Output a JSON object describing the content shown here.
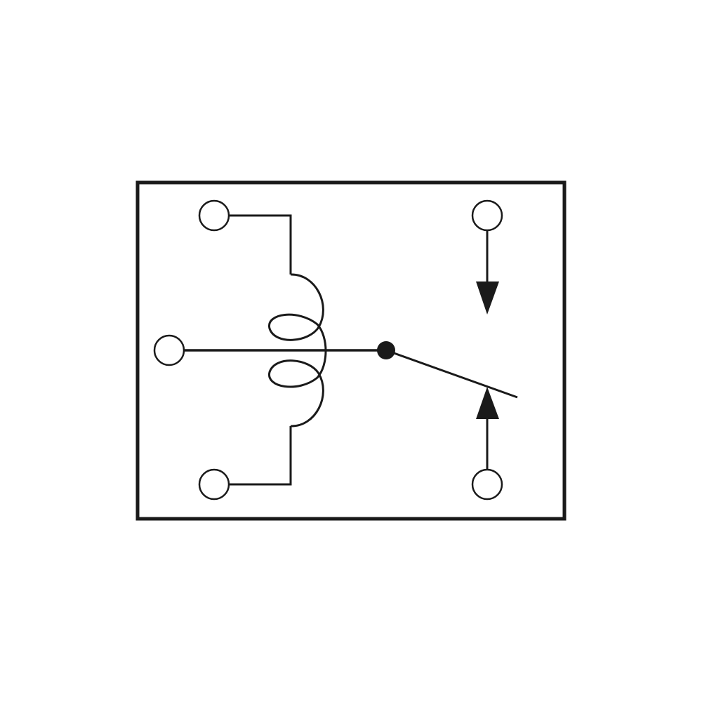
{
  "diagram": {
    "kind": "relay-schematic",
    "colors": {
      "background": "#ffffff",
      "stroke": "#1a1a1a"
    },
    "components": {
      "terminals": [
        "coil-top",
        "common",
        "coil-bottom",
        "normally-open",
        "normally-closed"
      ],
      "coil": "coil-icon",
      "switch": "switch-arm",
      "pivot": "pivot-dot",
      "arrows": [
        "arrow-down-icon",
        "arrow-up-icon"
      ]
    }
  }
}
